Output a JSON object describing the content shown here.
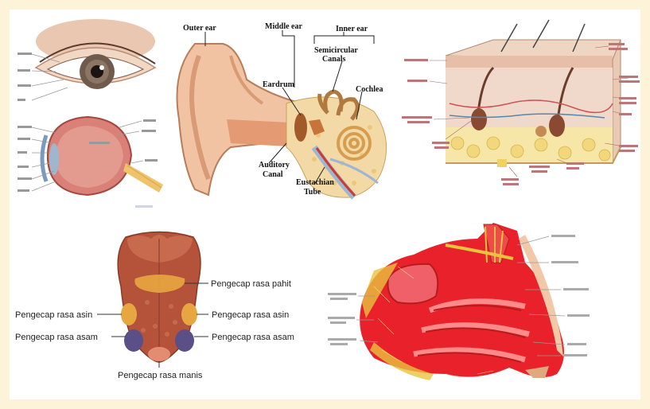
{
  "ear": {
    "outer_ear": "Outer ear",
    "middle_ear": "Middle ear",
    "inner_ear": "Inner ear",
    "semicircular_canals_1": "Semicircular",
    "semicircular_canals_2": "Canals",
    "eardrum": "Eardrum",
    "cochlea": "Cochlea",
    "auditory_canal_1": "Auditory",
    "auditory_canal_2": "Canal",
    "eustachian_tube_1": "Eustachian",
    "eustachian_tube_2": "Tube"
  },
  "tongue": {
    "pahit": "Pengecap rasa pahit",
    "asin_left": "Pengecap rasa asin",
    "asin_right": "Pengecap rasa asin",
    "asam_left": "Pengecap rasa asam",
    "asam_right": "Pengecap rasa asam",
    "manis": "Pengecap rasa manis"
  },
  "colors": {
    "background": "#fdf3d8",
    "tongue": "#b5533a",
    "bitter_zone": "#e8a640",
    "sour_zone": "#5a4f86",
    "nasal_red": "#e8212a",
    "nerve_yellow": "#e8c33f"
  }
}
